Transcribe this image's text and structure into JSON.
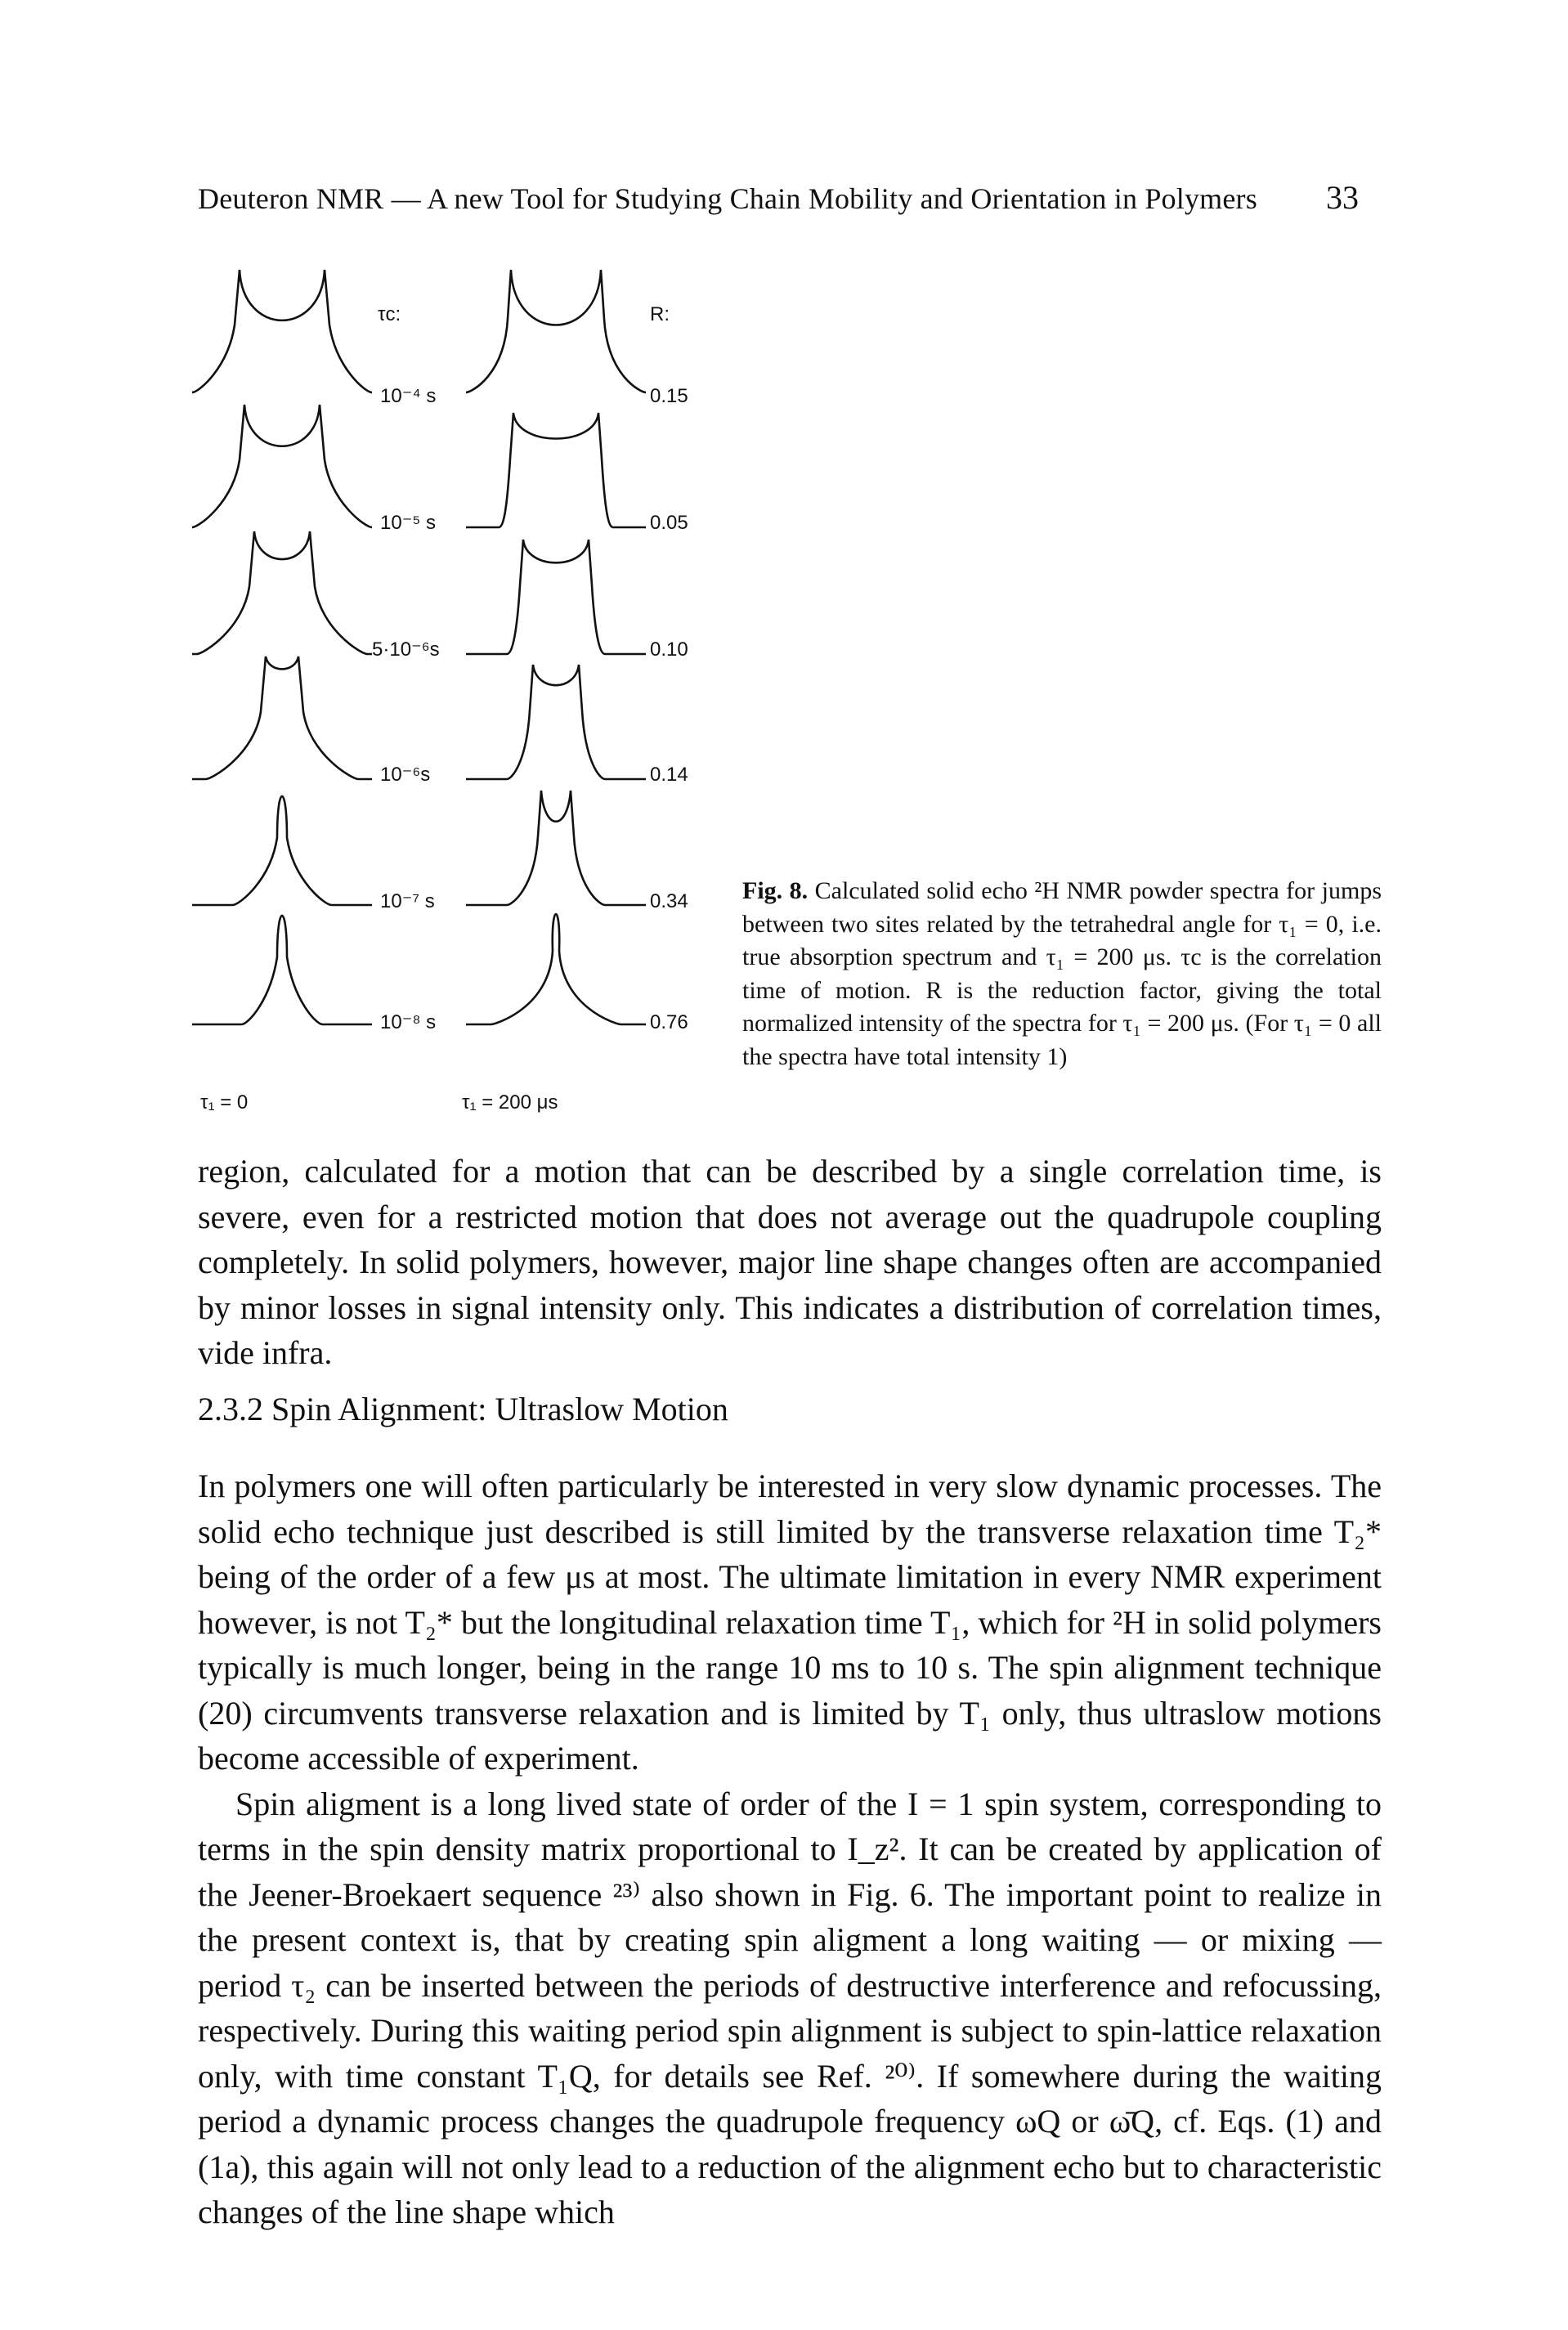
{
  "header": {
    "running_title": "Deuteron NMR — A new Tool for Studying Chain Mobility and Orientation in Polymers",
    "page_number": "33"
  },
  "figure": {
    "left_column_label": "τc:",
    "right_column_label": "R:",
    "tau_c_values": [
      "10⁻⁴ s",
      "10⁻⁵ s",
      "5·10⁻⁶s",
      "10⁻⁶s",
      "10⁻⁷ s",
      "10⁻⁸ s"
    ],
    "r_values": [
      "0.15",
      "0.05",
      "0.10",
      "0.14",
      "0.34",
      "0.76"
    ],
    "left_bottom_label": "τ₁ = 0",
    "right_bottom_label": "τ₁ = 200 μs"
  },
  "caption": {
    "label": "Fig. 8.",
    "text": "Calculated solid echo ²H NMR powder spectra for jumps between two sites related by the tetrahedral angle for τ₁ = 0, i.e. true absorption spectrum and τ₁ = 200 μs. τc is the correlation time of motion. R is the reduction factor, giving the total normalized intensity of the spectra for τ₁ = 200 μs. (For τ₁ = 0 all the spectra have total intensity 1)"
  },
  "body": {
    "para1": "region, calculated for a motion that can be described by a single correlation time, is severe, even for a restricted motion that does not average out the quadrupole coupling completely. In solid polymers, however, major line shape changes often are accompanied by minor losses in signal intensity only. This indicates a distribution of correlation times, vide infra.",
    "section_heading": "2.3.2 Spin Alignment: Ultraslow Motion",
    "para2": "In polymers one will often particularly be interested in very slow dynamic processes. The solid echo technique just described is still limited by the transverse relaxation time T₂* being of the order of a few μs at most. The ultimate limitation in every NMR experiment however, is not T₂* but the longitudinal relaxation time T₁, which for ²H in solid polymers typically is much longer, being in the range 10 ms to 10 s. The spin alignment technique (20) circumvents transverse relaxation and is limited by T₁ only, thus ultraslow motions become accessible of experiment.",
    "para3": "Spin aligment is a long lived state of order of the I = 1 spin system, corresponding to terms in the spin density matrix proportional to I_z². It can be created by application of the Jeener-Broekaert sequence ²³⁾ also shown in Fig. 6. The important point to realize in the present context is, that by creating spin aligment a long waiting — or mixing — period τ₂ can be inserted between the periods of destructive interference and refocussing, respectively. During this waiting period spin alignment is subject to spin-lattice relaxation only, with time constant T₁Q, for details see Ref. ²⁰⁾. If somewhere during the waiting period a dynamic process changes the quadrupole frequency ωQ or ω̄Q, cf. Eqs. (1) and (1a), this again will not only lead to a reduction of the alignment echo but to characteristic changes of the line shape which"
  }
}
